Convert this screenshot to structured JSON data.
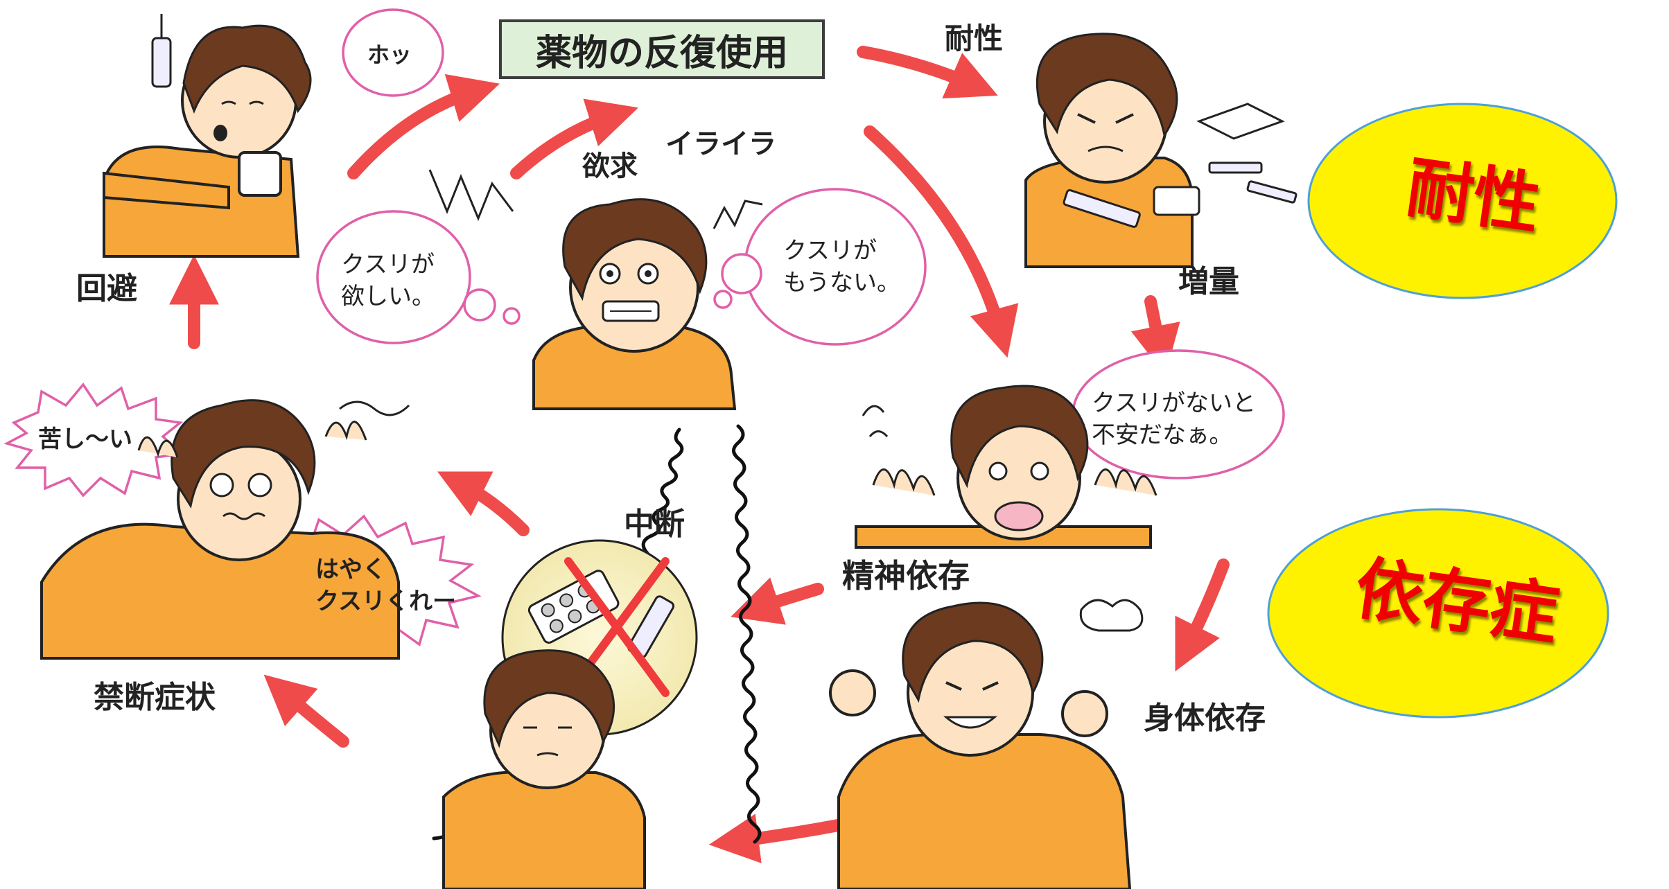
{
  "title": "薬物の反復使用",
  "labels": {
    "tolerance_top": "耐性",
    "irritation": "イライラ",
    "craving": "欲求",
    "avoidance": "回避",
    "increase": "増量",
    "interruption": "中断",
    "psychological_dependence": "精神依存",
    "withdrawal_symptoms": "禁断症状",
    "physical_dependence": "身体依存"
  },
  "bubbles": {
    "relief": "ホッ",
    "want_drugs": [
      "クスリが",
      "欲しい。"
    ],
    "no_drugs_left": [
      "クスリが",
      "もうない。"
    ],
    "anxious": [
      "クスリがないと",
      "不安だなぁ。"
    ],
    "painful": "苦し～い",
    "give_drugs": [
      "はやく",
      "クスリくれー"
    ]
  },
  "badges": {
    "tolerance": "耐性",
    "dependence": "依存症"
  },
  "colors": {
    "arrow": "#ef4b4b",
    "bubble_border": "#e060a8",
    "shirt": "#f7a63a",
    "hair": "#6b3a1f",
    "badge_fill": "#fff200",
    "badge_text": "#f00000",
    "title_box_fill": "#dff0d8"
  }
}
